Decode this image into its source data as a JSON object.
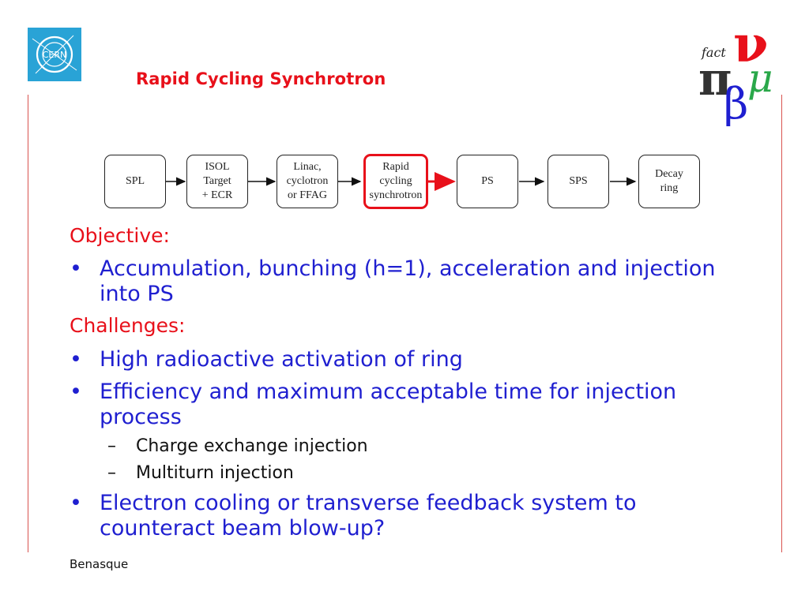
{
  "header": {
    "title": "Rapid Cycling Synchrotron",
    "cern_logo_text": "CERN",
    "fact_logo_text": "fact"
  },
  "flow": {
    "stages": [
      {
        "lines": [
          "SPL"
        ]
      },
      {
        "lines": [
          "ISOL",
          "Target",
          "+ ECR"
        ]
      },
      {
        "lines": [
          "Linac,",
          "cyclotron",
          "or FFAG"
        ]
      },
      {
        "lines": [
          "Rapid",
          "cycling",
          "synchrotron"
        ]
      },
      {
        "lines": [
          "PS"
        ]
      },
      {
        "lines": [
          "SPS"
        ]
      },
      {
        "lines": [
          "Decay",
          "ring"
        ]
      }
    ]
  },
  "content": {
    "objective_heading": "Objective:",
    "objective_bullet": "Accumulation, bunching (h=1), acceleration and injection into PS",
    "challenges_heading": "Challenges:",
    "bullets": [
      "High radioactive activation of ring",
      "Efficiency and maximum acceptable time for injection process"
    ],
    "sub_bullets": [
      "Charge exchange injection",
      "Multiturn injection"
    ],
    "last_bullet": "Electron cooling or transverse feedback system to counteract beam blow-up?"
  },
  "footer": {
    "text": "Benasque"
  },
  "colors": {
    "title_red": "#e8101a",
    "body_blue": "#1f1fd0",
    "cern_blue": "#29a3d6"
  }
}
